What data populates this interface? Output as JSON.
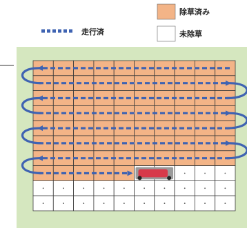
{
  "legend": {
    "traveled_label": "走行済",
    "weeded_label": "除草済み",
    "unweeded_label": "未除草"
  },
  "grid": {
    "rows": 10,
    "cols": 10,
    "weeded_full_rows": 7,
    "weeded_partial_row_cells": 5,
    "mower_row": 8,
    "mower_col": 6
  },
  "colors": {
    "field_green": "#d5e7bf",
    "weeded_fill": "#f3b487",
    "unweeded_fill": "#ffffff",
    "arrow_blue": "#3f63b2",
    "grid_line": "#3a3a3a",
    "mower_red": "#d7394a"
  },
  "icons": {
    "mower": "mower-robot-icon",
    "arrow": "dashed-arrow-icon"
  }
}
